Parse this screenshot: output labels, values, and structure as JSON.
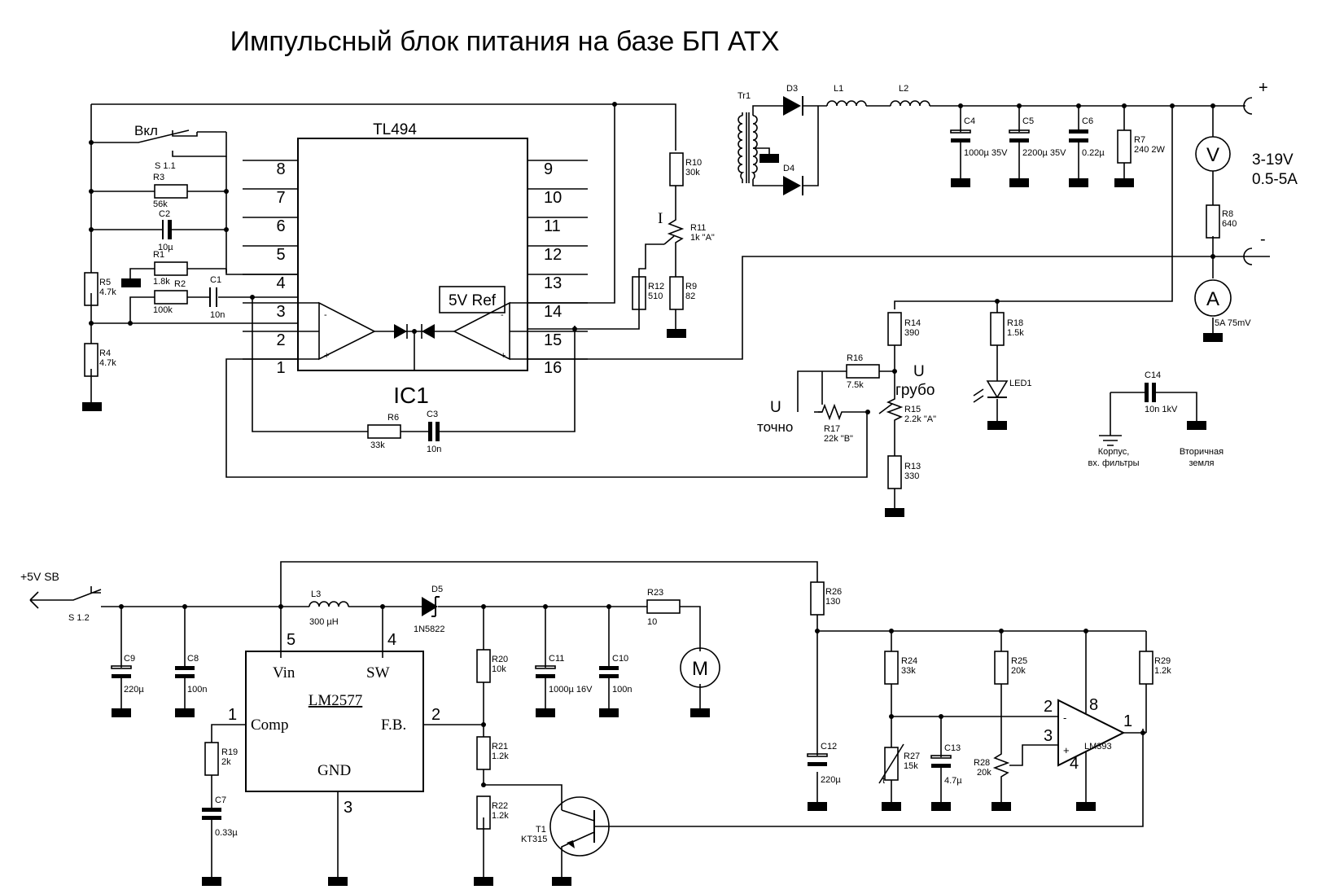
{
  "title": "Импульсный блок питания на базе БП АТХ",
  "ic1": {
    "chip": "TL494",
    "name": "IC1",
    "ref": "5V Ref",
    "pins_left": [
      "8",
      "7",
      "6",
      "5",
      "4",
      "3",
      "2",
      "1"
    ],
    "pins_right": [
      "9",
      "10",
      "11",
      "12",
      "13",
      "14",
      "15",
      "16"
    ]
  },
  "switch_on": "Вкл",
  "s11": "S 1.1",
  "r3": {
    "ref": "R3",
    "val": "56k"
  },
  "c2": {
    "ref": "C2",
    "val": "10µ"
  },
  "r1": {
    "ref": "R1",
    "val": "1.8k"
  },
  "r2": {
    "ref": "R2",
    "val": "100k"
  },
  "c1": {
    "ref": "C1",
    "val": "10n"
  },
  "r5": {
    "ref": "R5",
    "val": "4.7k"
  },
  "r4": {
    "ref": "R4",
    "val": "4.7k"
  },
  "r6": {
    "ref": "R6",
    "val": "33k"
  },
  "c3": {
    "ref": "C3",
    "val": "10n"
  },
  "r10": {
    "ref": "R10",
    "val": "30k"
  },
  "r11": {
    "ref": "R11",
    "val": "1k \"A\""
  },
  "i_label": "I",
  "r9": {
    "ref": "R9",
    "val": "82"
  },
  "r12": {
    "ref": "R12",
    "val": "510"
  },
  "tr1": "Tr1",
  "d3": "D3",
  "d4": "D4",
  "l1": "L1",
  "l2": "L2",
  "c4": {
    "ref": "C4",
    "val": "1000µ 35V"
  },
  "c5": {
    "ref": "C5",
    "val": "2200µ 35V"
  },
  "c6": {
    "ref": "C6",
    "val": "0.22µ"
  },
  "r7": {
    "ref": "R7",
    "val": "240 2W"
  },
  "r8": {
    "ref": "R8",
    "val": "640"
  },
  "voltmeter": "V",
  "ammeter": "A",
  "shunt": "5A 75mV",
  "plus": "+",
  "minus": "-",
  "out_voltage": "3-19V",
  "out_current": "0.5-5A",
  "r14": {
    "ref": "R14",
    "val": "390"
  },
  "r18": {
    "ref": "R18",
    "val": "1.5k"
  },
  "led1": "LED1",
  "r16": {
    "ref": "R16",
    "val": "7.5k"
  },
  "u_coarse": "U",
  "coarse": "грубо",
  "u_fine": "U",
  "fine": "точно",
  "r17": {
    "ref": "R17",
    "val": "22k \"B\""
  },
  "r15": {
    "ref": "R15",
    "val": "2.2k \"A\""
  },
  "r13": {
    "ref": "R13",
    "val": "330"
  },
  "c14": {
    "ref": "C14",
    "val": "10n 1kV"
  },
  "case_label": "Корпус,",
  "case_label2": "вх. фильтры",
  "sec_ground": "Вторичная",
  "sec_ground2": "земля",
  "sb": "+5V SB",
  "s12": "S 1.2",
  "c9": {
    "ref": "C9",
    "val": "220µ"
  },
  "c8": {
    "ref": "C8",
    "val": "100n"
  },
  "l3": {
    "ref": "L3",
    "val": "300 µH"
  },
  "d5": {
    "ref": "D5",
    "val": "1N5822"
  },
  "lm2577": {
    "name": "LM2577",
    "vin": "Vin",
    "sw": "SW",
    "comp": "Comp",
    "fb": "F.B.",
    "gnd": "GND",
    "p5": "5",
    "p4": "4",
    "p1": "1",
    "p2": "2",
    "p3": "3"
  },
  "r19": {
    "ref": "R19",
    "val": "2k"
  },
  "c7": {
    "ref": "C7",
    "val": "0.33µ"
  },
  "r20": {
    "ref": "R20",
    "val": "10k"
  },
  "r21": {
    "ref": "R21",
    "val": "1.2k"
  },
  "r22": {
    "ref": "R22",
    "val": "1.2k"
  },
  "t1": {
    "ref": "T1",
    "val": "KT315"
  },
  "c11": {
    "ref": "C11",
    "val": "1000µ 16V"
  },
  "c10": {
    "ref": "C10",
    "val": "100n"
  },
  "r23": {
    "ref": "R23",
    "val": "10"
  },
  "motor": "M",
  "r26": {
    "ref": "R26",
    "val": "130"
  },
  "c12": {
    "ref": "C12",
    "val": "220µ"
  },
  "r24": {
    "ref": "R24",
    "val": "33k"
  },
  "r27": {
    "ref": "R27",
    "val": "15k"
  },
  "therm": "t",
  "c13": {
    "ref": "C13",
    "val": "4.7µ"
  },
  "r25": {
    "ref": "R25",
    "val": "20k"
  },
  "r28": {
    "ref": "R28",
    "val": "20k"
  },
  "r29": {
    "ref": "R29",
    "val": "1.2k"
  },
  "lm393": {
    "name": "LM393",
    "p2": "2",
    "p3": "3",
    "p8": "8",
    "p4": "4",
    "p1": "1"
  }
}
